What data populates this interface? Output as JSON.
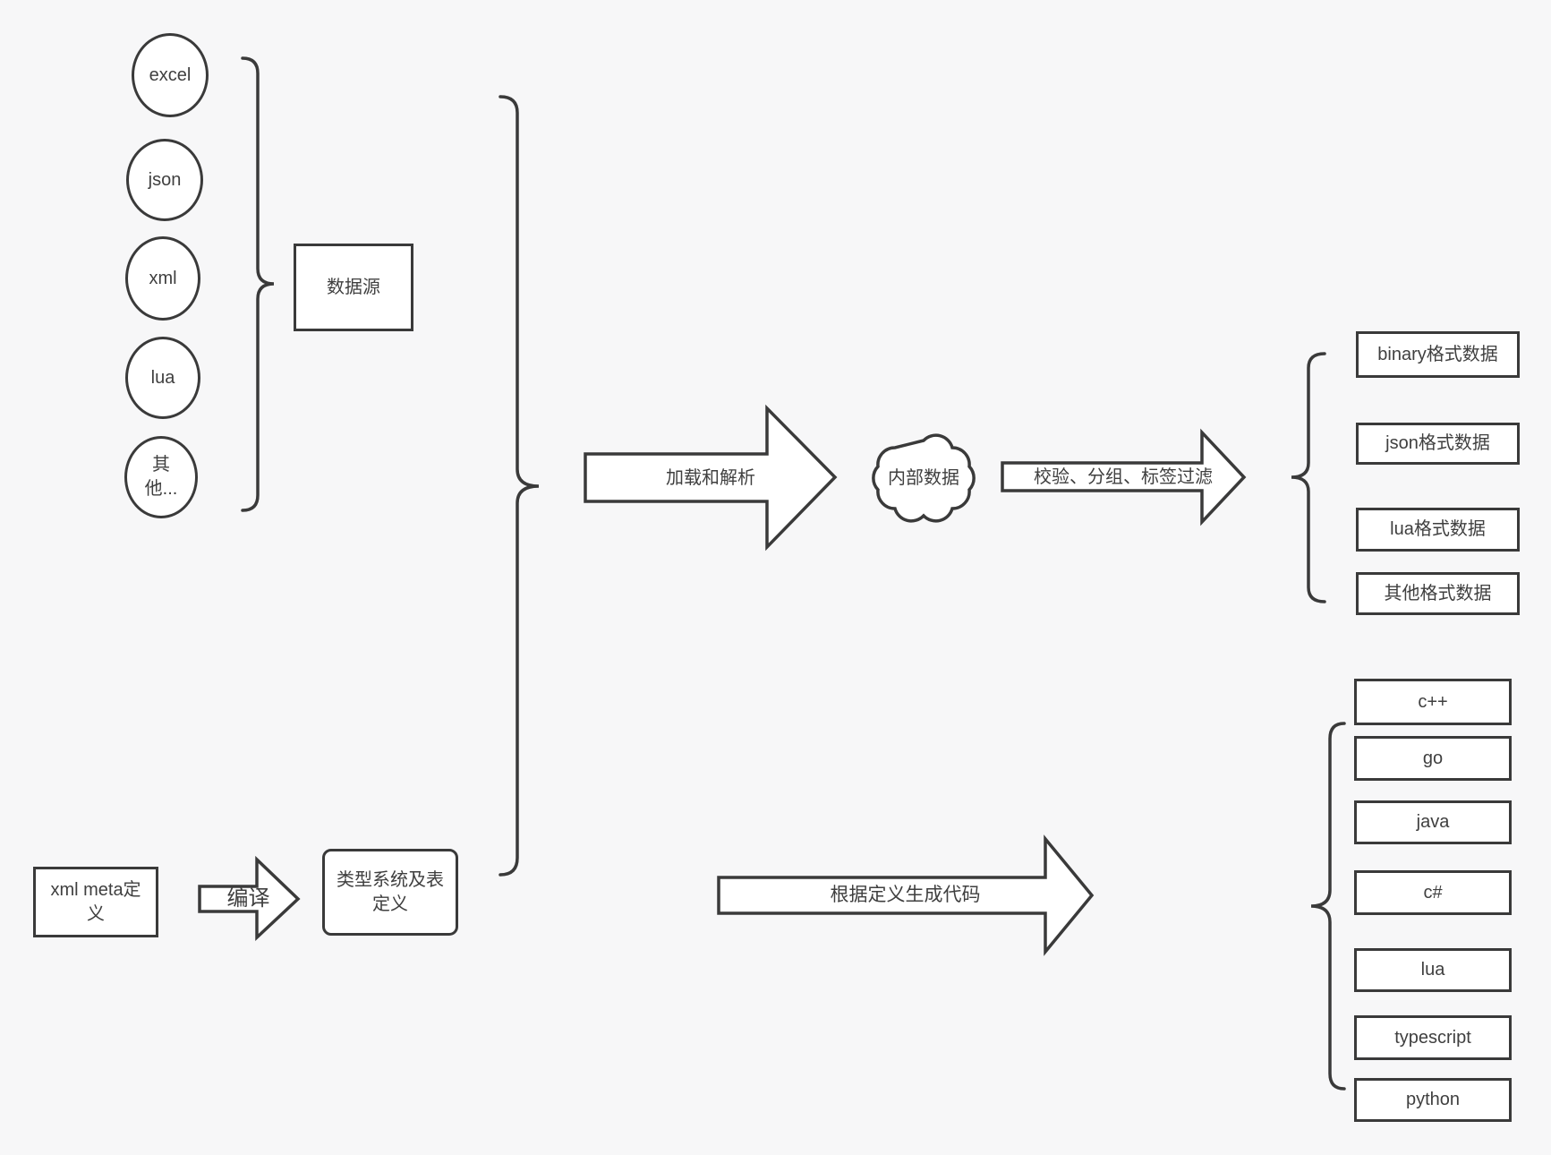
{
  "diagram": {
    "background": "#f7f7f8",
    "stroke_color": "#3a3a3a",
    "sources": {
      "items": [
        "excel",
        "json",
        "xml",
        "lua",
        "其他..."
      ],
      "group_label": "数据源"
    },
    "top_flow": {
      "load_arrow_label": "加载和解析",
      "cloud_label": "内部数据",
      "filter_arrow_label": "校验、分组、标签过滤",
      "outputs": [
        "binary格式数据",
        "json格式数据",
        "lua格式数据",
        "其他格式数据"
      ]
    },
    "bottom_flow": {
      "meta_box_label": "xml meta定义",
      "compile_arrow_label": "编译",
      "type_system_label": "类型系统及表定义",
      "codegen_arrow_label": "根据定义生成代码",
      "languages": [
        "c++",
        "go",
        "java",
        "c#",
        "lua",
        "typescript",
        "python"
      ]
    }
  }
}
